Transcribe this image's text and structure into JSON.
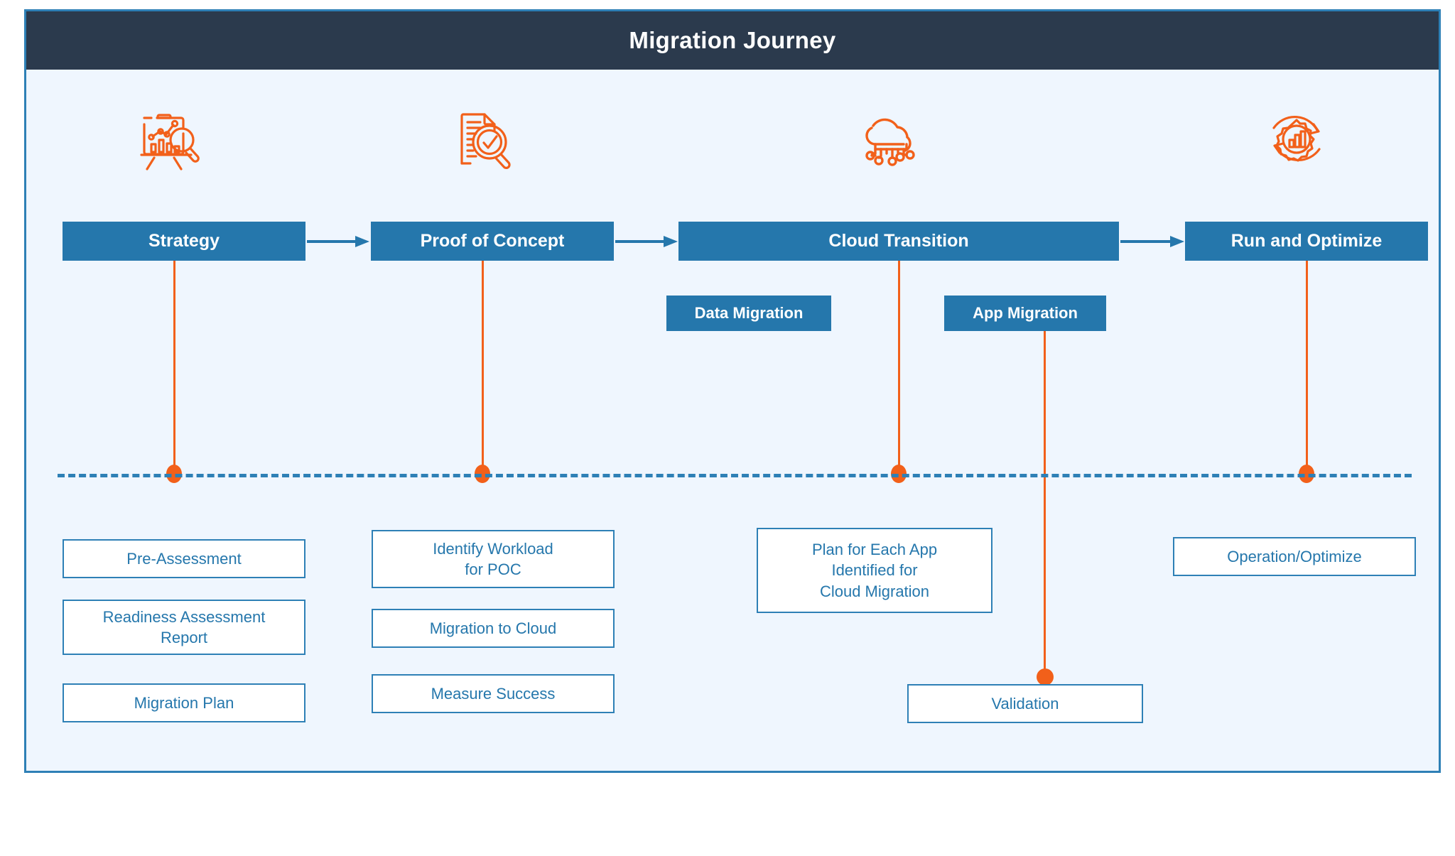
{
  "header": {
    "title": "Migration Journey"
  },
  "colors": {
    "header_bg": "#2b3a4d",
    "panel_bg": "#eff6fe",
    "stage_blue": "#2577ac",
    "border_blue": "#2e80b6",
    "accent_orange": "#f2601a",
    "box_bg": "#ffffff"
  },
  "stages": [
    {
      "id": "strategy",
      "label": "Strategy",
      "icon": "presentation-chart-magnifier-icon",
      "outcomes": [
        {
          "label": "Pre-Assessment"
        },
        {
          "label": "Readiness Assessment\nReport"
        },
        {
          "label": "Migration Plan"
        }
      ]
    },
    {
      "id": "proof-of-concept",
      "label": "Proof of Concept",
      "icon": "document-check-magnifier-icon",
      "outcomes": [
        {
          "label": "Identify Workload\nfor POC"
        },
        {
          "label": "Migration to Cloud"
        },
        {
          "label": "Measure Success"
        }
      ]
    },
    {
      "id": "cloud-transition",
      "label": "Cloud Transition",
      "icon": "cloud-network-icon",
      "sub_stages": [
        {
          "id": "data-migration",
          "label": "Data Migration"
        },
        {
          "id": "app-migration",
          "label": "App Migration"
        }
      ],
      "outcomes": [
        {
          "label": "Plan for Each App\nIdentified for\nCloud Migration"
        },
        {
          "label": "Validation"
        }
      ]
    },
    {
      "id": "run-and-optimize",
      "label": "Run and Optimize",
      "icon": "gear-chart-refresh-icon",
      "outcomes": [
        {
          "label": "Operation/Optimize"
        }
      ]
    }
  ],
  "flow": {
    "arrow_icon": "arrow-right-icon",
    "separator": "dashed-timeline"
  }
}
